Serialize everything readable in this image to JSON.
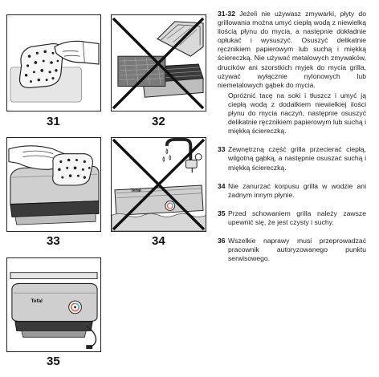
{
  "figures": [
    {
      "number": "31",
      "description": "sponge-icon"
    },
    {
      "number": "32",
      "description": "no-scouring-pad-icon"
    },
    {
      "number": "33",
      "description": "wipe-housing-icon"
    },
    {
      "number": "34",
      "description": "no-immersion-icon"
    },
    {
      "number": "35",
      "description": "store-grill-icon"
    }
  ],
  "brand_mark": "Tefal",
  "instructions": [
    {
      "number": "31-32",
      "paragraphs": [
        "Jeżeli nie używasz zmywarki, płyty do grillowania można umyć ciepłą wodą z niewielką ilością płynu do mycia, a następnie dokładnie opłukać i wysuszyć. Osuszyć delikatnie ręcznikiem papierowym lub suchą i miękką ściereczką. Nie używać metalowych zmywaków, drucików ani szorstkich myjek do mycia grilla, używać wyłącznie nylonowych lub niemetalowych gąbek do mycia.",
        "Opróżnić tacę na soki i tłuszcz i umyć ją ciepłą wodą z dodatkiem niewielkiej ilości płynu do mycia naczyń, następnie osuszyć delikatnie ręcznikiem papierowym lub suchą i miękką ściereczką."
      ]
    },
    {
      "number": "33",
      "paragraphs": [
        "Zewnętrzną część grilla przecierać ciepłą, wilgotną gąbką, a następnie osuszać suchą i miękką ściereczką."
      ]
    },
    {
      "number": "34",
      "paragraphs": [
        "Nie zanurzać korpusu grilla w wodzie ani żadnym innym płynie."
      ]
    },
    {
      "number": "35",
      "paragraphs": [
        "Przed schowaniem grilla należy zawsze upewnić się, że jest czysty i suchy."
      ]
    },
    {
      "number": "36",
      "paragraphs": [
        "Wszelkie naprawy musi przeprowadzać pracownik autoryzowanego punktu serwisowego."
      ]
    }
  ]
}
